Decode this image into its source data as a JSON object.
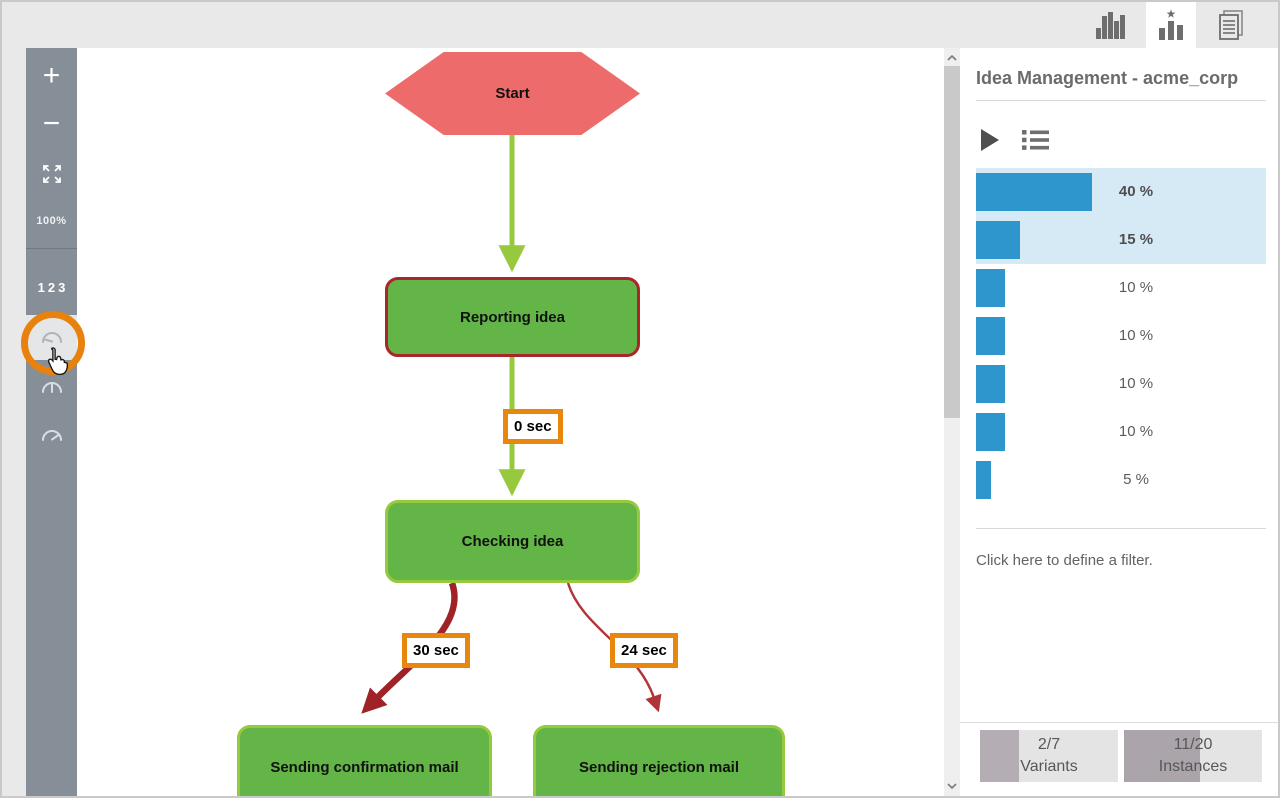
{
  "tabs": [
    {
      "id": "charts",
      "icon": "bar-chart-icon",
      "active": false
    },
    {
      "id": "variants",
      "icon": "star-chart-icon",
      "active": true
    },
    {
      "id": "documents",
      "icon": "documents-icon",
      "active": false
    }
  ],
  "toolbar": {
    "zoom_in": "+",
    "zoom_out": "−",
    "zoom_level": "100%",
    "numbers": "123"
  },
  "flowchart": {
    "nodes": {
      "start": {
        "label": "Start",
        "shape": "hexagon",
        "color": "#ed6b6b"
      },
      "reporting": {
        "label": "Reporting idea",
        "color": "#62b546",
        "border": "#a9272b"
      },
      "checking": {
        "label": "Checking idea",
        "color": "#62b546",
        "border": "#97c93e"
      },
      "confirmation": {
        "label": "Sending confirmation mail",
        "color": "#62b546",
        "border": "#97c93e"
      },
      "rejection": {
        "label": "Sending rejection mail",
        "color": "#62b546",
        "border": "#97c93e"
      }
    },
    "edges": {
      "reporting_to_checking": {
        "label": "0 sec"
      },
      "checking_to_confirmation": {
        "label": "30 sec"
      },
      "checking_to_rejection": {
        "label": "24 sec"
      }
    }
  },
  "panel": {
    "title": "Idea Management - acme_corp",
    "variants": {
      "rows": [
        {
          "label": "40 %",
          "value": 40,
          "selected": true
        },
        {
          "label": "15 %",
          "value": 15,
          "selected": true
        },
        {
          "label": "10 %",
          "value": 10,
          "selected": false
        },
        {
          "label": "10 %",
          "value": 10,
          "selected": false
        },
        {
          "label": "10 %",
          "value": 10,
          "selected": false
        },
        {
          "label": "10 %",
          "value": 10,
          "selected": false
        },
        {
          "label": "5 %",
          "value": 5,
          "selected": false
        }
      ]
    },
    "filter_text": "Click here to define a filter.",
    "badges": {
      "variants": {
        "current": 2,
        "total": 7,
        "label": "Variants"
      },
      "instances": {
        "current": 11,
        "total": 20,
        "label": "Instances"
      }
    }
  },
  "chart_data": {
    "type": "bar",
    "orientation": "horizontal",
    "labels": [
      "40 %",
      "15 %",
      "10 %",
      "10 %",
      "10 %",
      "10 %",
      "5 %"
    ],
    "values": [
      40,
      15,
      10,
      10,
      10,
      10,
      5
    ],
    "selected_indices": [
      0,
      1
    ],
    "xlim": [
      0,
      100
    ],
    "bar_color": "#2e96cc",
    "selection_bg": "#d6eaf6"
  },
  "colors": {
    "bar_blue": "#2e96cc",
    "selection_bg": "#d6eaf6",
    "node_green": "#62b546",
    "edge_green": "#97c93e",
    "bottleneck_red": "#a9272b",
    "start_red": "#ed6b6b",
    "highlight_orange": "#e8860d",
    "sidebar_gray": "#868e98"
  }
}
